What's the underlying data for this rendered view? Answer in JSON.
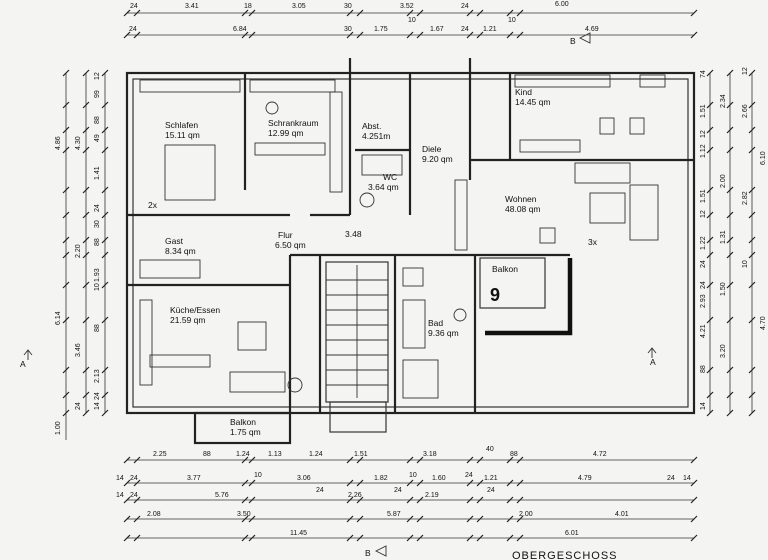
{
  "rooms": [
    {
      "name": "Schlafen",
      "area": "15.11 qm"
    },
    {
      "name": "Schrankraum",
      "area": "12.99 qm"
    },
    {
      "name": "Abst.",
      "area": "4.251m"
    },
    {
      "name": "Kind",
      "area": "14.45 qm"
    },
    {
      "name": "WC",
      "area": "3.64 qm"
    },
    {
      "name": "Diele",
      "area": "9.20 qm"
    },
    {
      "name": "Wohnen",
      "area": "48.08 qm"
    },
    {
      "name": "Gast",
      "area": "8.34 qm"
    },
    {
      "name": "Flur",
      "area": "6.50 qm"
    },
    {
      "name": "Küche/Essen",
      "area": "21.59 qm"
    },
    {
      "name": "Balkon",
      "area": "",
      "marker": "9"
    },
    {
      "name": "Bad",
      "area": "9.36 qm"
    },
    {
      "name": "Balkon",
      "area": "1.75 qm"
    }
  ],
  "dims_top_row1": [
    "24",
    "3.41",
    "18",
    "3.05",
    "30",
    "3.52",
    "24",
    "6.00"
  ],
  "dims_top_row2": [
    "24",
    "6.84",
    "30",
    "1.75",
    "10",
    "1.67",
    "24",
    "1.21",
    "10",
    "4.69"
  ],
  "dims_bottom_row1": [
    "2.25",
    "88",
    "1.24",
    "1.13",
    "1.24",
    "1.51",
    "3.18",
    "40",
    "88",
    "4.72"
  ],
  "dims_bottom_row2": [
    "14",
    "24",
    "3.77",
    "10",
    "3.06",
    "1.82",
    "10",
    "1.60",
    "24",
    "1.21",
    "4.79",
    "24",
    "14"
  ],
  "dims_bottom_row3": [
    "14",
    "24",
    "5.76",
    "24",
    "2.26",
    "24",
    "2.19",
    "24"
  ],
  "dims_bottom_row4": [
    "2.08",
    "3.50",
    "5.87",
    "2.00",
    "4.01"
  ],
  "dims_bottom_row5": [
    "11.45",
    "6.01"
  ],
  "dims_left_outer": [
    "4.86",
    "6.14",
    "1.00"
  ],
  "dims_left_inner": [
    "4.30",
    "2.20",
    "3.46",
    "24"
  ],
  "dims_left_detail": [
    "12",
    "99",
    "88",
    "49",
    "1.41",
    "24",
    "30",
    "88",
    "10",
    "1.93",
    "88",
    "2.13",
    "14",
    "24"
  ],
  "dims_right_detail": [
    "74",
    "1.51",
    "12",
    "1.12",
    "1.51",
    "12",
    "1.22",
    "24",
    "24",
    "2.93",
    "4.21",
    "88",
    "14"
  ],
  "dims_right_inner": [
    "2.34",
    "2.00",
    "1.31",
    "1.50",
    "3.20"
  ],
  "dims_right_outer": [
    "12",
    "2.66",
    "6.10",
    "2.82",
    "10",
    "4.70"
  ],
  "annotations": [
    "3.48",
    "2x",
    "3x",
    "B",
    "A"
  ],
  "footer_title": "OBERGESCHOSS"
}
